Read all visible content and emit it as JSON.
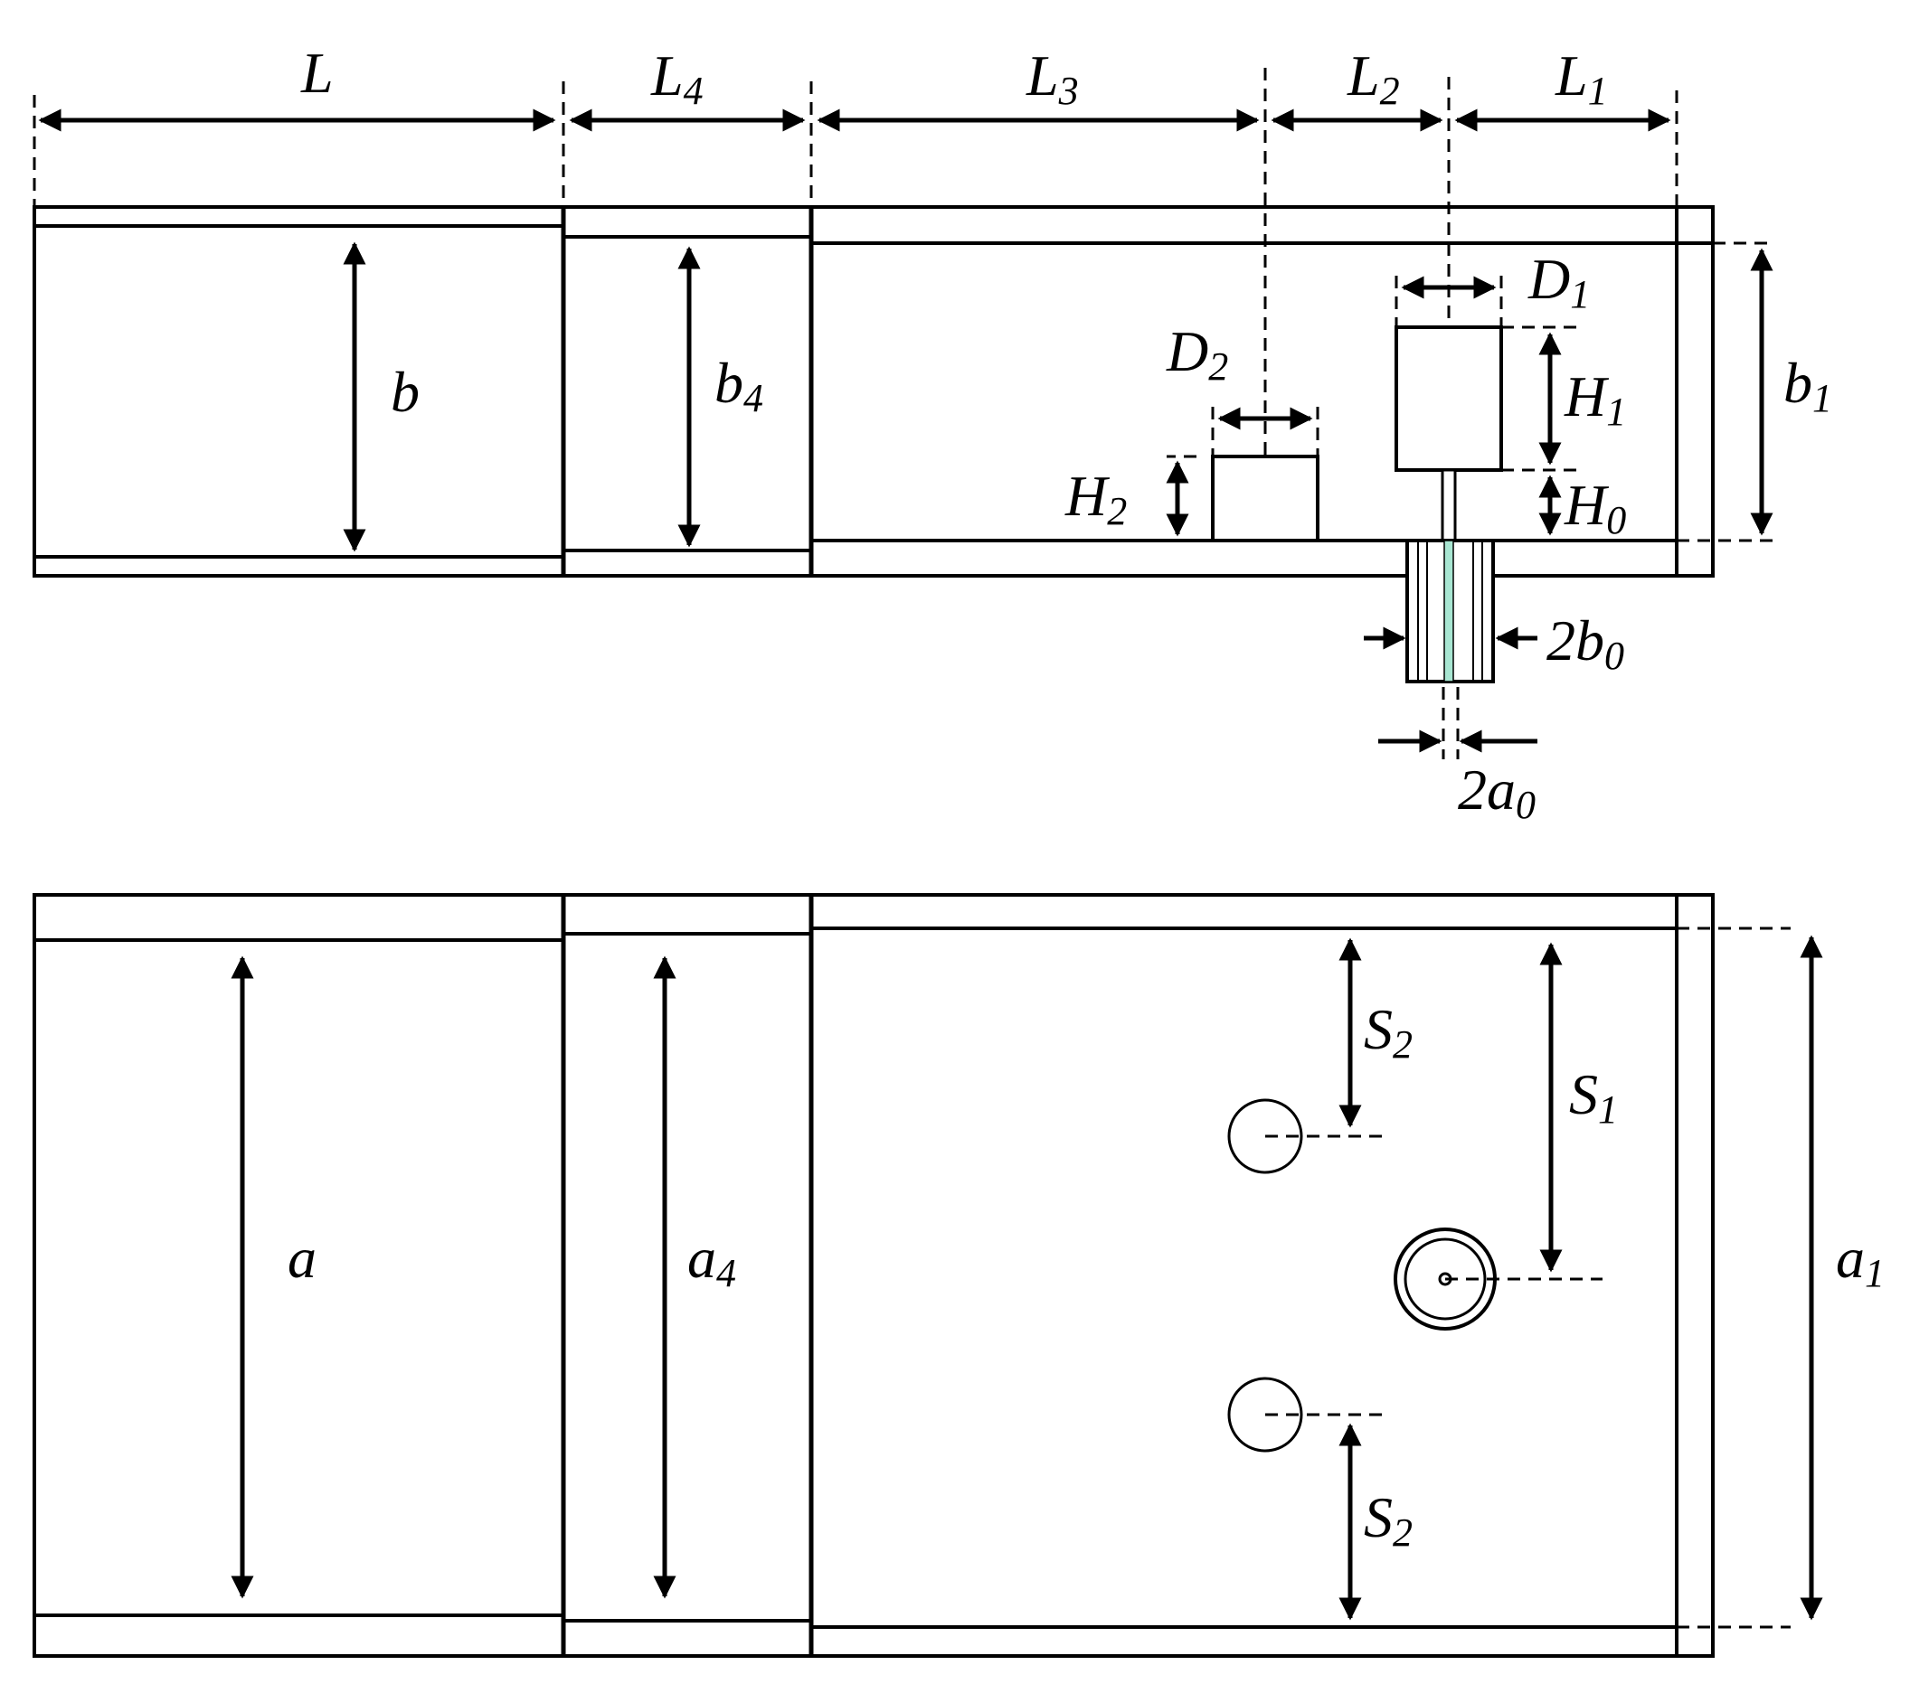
{
  "colors": {
    "stroke": "#000000",
    "background": "#ffffff",
    "probe": "#a8e6d2"
  },
  "side_view": {
    "labels": {
      "L": {
        "main": "L",
        "sub": ""
      },
      "L4": {
        "main": "L",
        "sub": "4"
      },
      "L3": {
        "main": "L",
        "sub": "3"
      },
      "L2": {
        "main": "L",
        "sub": "2"
      },
      "L1": {
        "main": "L",
        "sub": "1"
      },
      "b": {
        "main": "b",
        "sub": ""
      },
      "b4": {
        "main": "b",
        "sub": "4"
      },
      "b1": {
        "main": "b",
        "sub": "1"
      },
      "D1": {
        "main": "D",
        "sub": "1"
      },
      "D2": {
        "main": "D",
        "sub": "2"
      },
      "H1": {
        "main": "H",
        "sub": "1"
      },
      "H2": {
        "main": "H",
        "sub": "2"
      },
      "H0": {
        "main": "H",
        "sub": "0"
      },
      "b0": {
        "main": "2b",
        "sub": "0"
      },
      "a0": {
        "main": "2a",
        "sub": "0"
      }
    }
  },
  "top_view": {
    "labels": {
      "a": {
        "main": "a",
        "sub": ""
      },
      "a4": {
        "main": "a",
        "sub": "4"
      },
      "a1": {
        "main": "a",
        "sub": "1"
      },
      "S1": {
        "main": "S",
        "sub": "1"
      },
      "S2a": {
        "main": "S",
        "sub": "2"
      },
      "S2b": {
        "main": "S",
        "sub": "2"
      }
    }
  }
}
